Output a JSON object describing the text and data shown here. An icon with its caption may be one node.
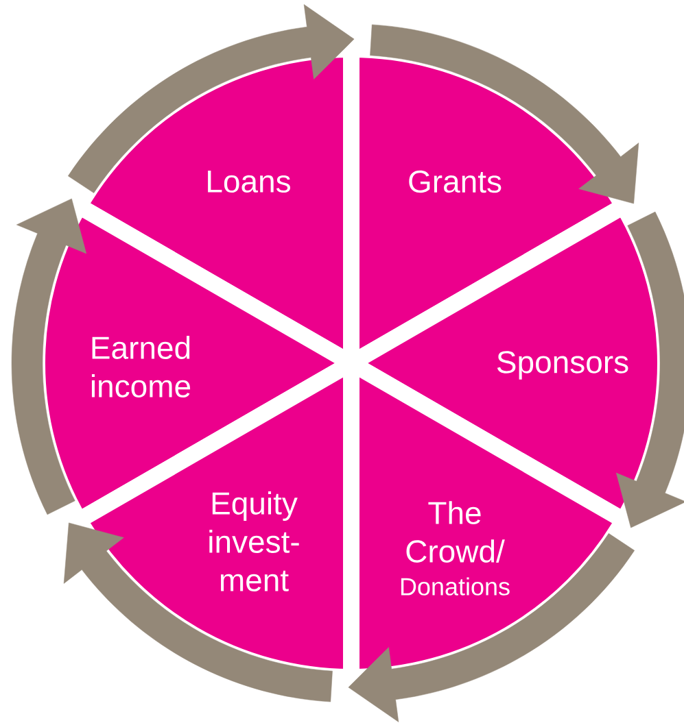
{
  "diagram": {
    "nodes": [
      {
        "text": [
          "Loans"
        ]
      },
      {
        "text": [
          "Grants"
        ]
      },
      {
        "text": [
          "Earned income"
        ]
      },
      {
        "text": [
          "Sponsors"
        ]
      },
      {
        "text": [
          "Equity invest- ment"
        ]
      },
      {
        "text": [
          "The Crowd/",
          "Donations"
        ]
      }
    ],
    "edges": [
      {
        "from": 0,
        "to": 1,
        "arrow": "to"
      },
      {
        "from": 1,
        "to": 3,
        "arrow": "to"
      },
      {
        "from": 3,
        "to": 5,
        "arrow": "to"
      },
      {
        "from": 5,
        "to": 4,
        "arrow": "to"
      },
      {
        "from": 4,
        "to": 2,
        "arrow": "to"
      },
      {
        "from": 2,
        "to": 0,
        "arrow": "to"
      }
    ]
  }
}
